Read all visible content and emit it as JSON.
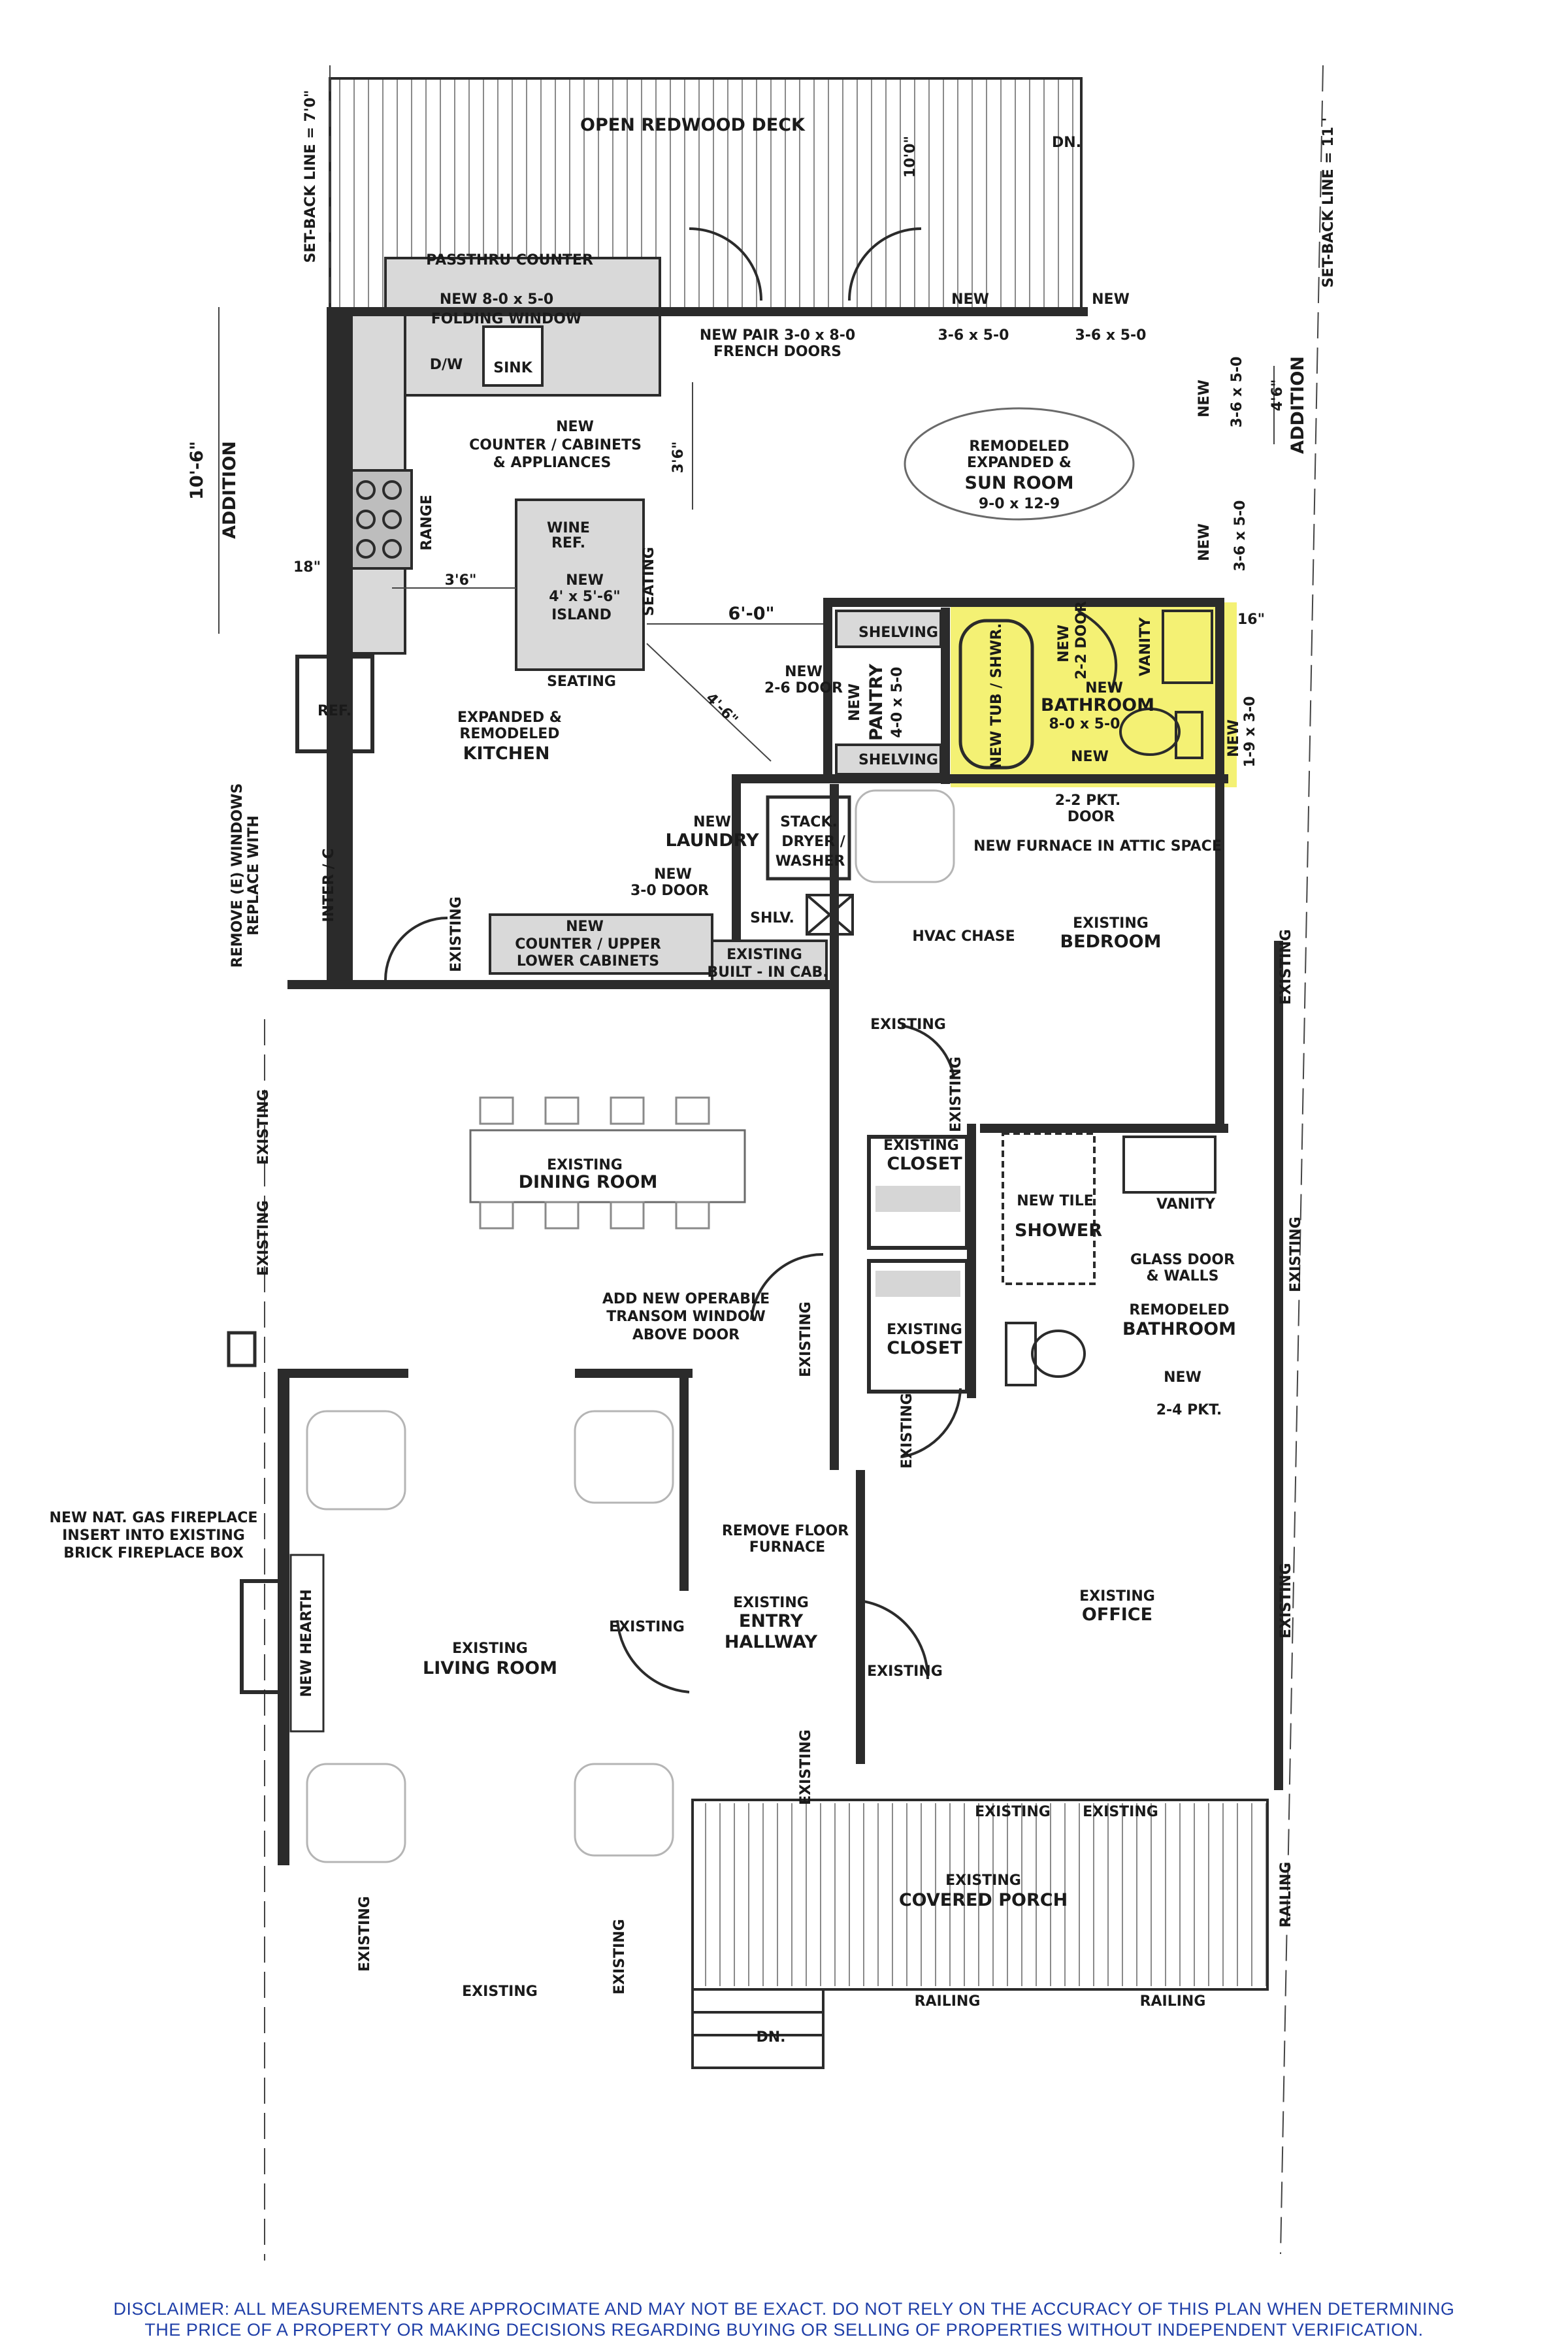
{
  "highlight_color": "#f2ee5c",
  "disclaimer_color": "#1f3fa8",
  "labels": {
    "open_deck": "OPEN REDWOOD DECK",
    "deck_width": "10'0\"",
    "deck_dn": "DN.",
    "setback_left": "SET-BACK LINE = 7'0\"",
    "setback_right": "SET-BACK LINE = 11 '",
    "passthru": "PASSTHRU COUNTER",
    "folding_window_size": "NEW 8-0 x 5-0",
    "folding_window": "FOLDING WINDOW",
    "dw": "D/W",
    "sink": "SINK",
    "french_doors_1": "NEW PAIR 3-0 x 8-0",
    "french_doors_2": "FRENCH DOORS",
    "new_win_1": "NEW",
    "win_1_size": "3-6 x 5-0",
    "new_win_2": "NEW",
    "win_2_size": "3-6 x 5-0",
    "counter_1": "NEW",
    "counter_2": "COUNTER / CABINETS",
    "counter_3": "& APPLIANCES",
    "dim_3_6_a": "3'6\"",
    "dim_10_6": "10'-6\"",
    "addition_left": "ADDITION",
    "range": "RANGE",
    "wine_1": "WINE",
    "wine_2": "REF.",
    "island_1": "NEW",
    "island_2": "4' x 5'-6\"",
    "island_3": "ISLAND",
    "seating_1": "SEATING",
    "seating_2": "SEATING",
    "dim_18": "18\"",
    "dim_3_6_b": "3'6\"",
    "sunroom_1": "REMODELED",
    "sunroom_2": "EXPANDED &",
    "sunroom_3": "SUN ROOM",
    "sunroom_4": "9-0 x 12-9",
    "right_win_new": "NEW",
    "right_win_size": "3-6 x 5-0",
    "dim_4_6": "4'6\"",
    "addition_right": "ADDITION",
    "right_win2_new": "NEW",
    "right_win2_size": "3-6 x 5-0",
    "dim_6_0": "6'-0\"",
    "dim_4_6_b": "4'-6\"",
    "dim_16": "16\"",
    "ref": "REF.",
    "kitchen_1": "EXPANDED &",
    "kitchen_2": "REMODELED",
    "kitchen_3": "KITCHEN",
    "pantry_door_1": "NEW",
    "pantry_door_2": "2-6 DOOR",
    "shelving_1": "SHELVING",
    "shelving_2": "SHELVING",
    "pantry_1": "NEW",
    "pantry_2": "PANTRY",
    "pantry_3": "4-0 x 5-0",
    "tub": "NEW TUB / SHWR.",
    "door_22_1": "NEW",
    "door_22_2": "2-2 DOOR",
    "vanity_new": "VANITY",
    "bath_1": "NEW",
    "bath_2": "BATHROOM",
    "bath_3": "8-0 x 5-0",
    "bath_new_arrow": "NEW",
    "win_19_1": "NEW",
    "win_19_2": "1-9 x 3-0",
    "pkt_door_1": "2-2 PKT.",
    "pkt_door_2": "DOOR",
    "laundry_1": "NEW",
    "laundry_2": "LAUNDRY",
    "stack_1": "STACK.",
    "stack_2": "DRYER /",
    "stack_3": "WASHER",
    "laundry_door_1": "NEW",
    "laundry_door_2": "3-0 DOOR",
    "shlv": "SHLV.",
    "furnace": "NEW FURNACE IN ATTIC SPACE",
    "hvac": "HVAC CHASE",
    "bedroom_1": "EXISTING",
    "bedroom_2": "BEDROOM",
    "lower_1": "NEW",
    "lower_2": "COUNTER / UPPER",
    "lower_3": "LOWER CABINETS",
    "builtin_1": "EXISTING",
    "builtin_2": "BUILT - IN CAB.",
    "remove_win_1": "REMOVE (E) WINDOWS",
    "remove_win_2": "REPLACE WITH",
    "inter": "INTER / C",
    "existing": "EXISTING",
    "closet_1": "CLOSET",
    "closet_2": "CLOSET",
    "dining_1": "EXISTING",
    "dining_2": "DINING ROOM",
    "tile_1": "NEW TILE",
    "tile_2": "SHOWER",
    "vanity_old": "VANITY",
    "glass_1": "GLASS DOOR",
    "glass_2": "& WALLS",
    "rbath_1": "REMODELED",
    "rbath_2": "BATHROOM",
    "new_24_1": "NEW",
    "new_24_2": "2-4 PKT.",
    "transom_1": "ADD NEW OPERABLE",
    "transom_2": "TRANSOM WINDOW",
    "transom_3": "ABOVE DOOR",
    "fireplace_1": "NEW NAT. GAS FIREPLACE",
    "fireplace_2": "INSERT INTO EXISTING",
    "fireplace_3": "BRICK FIREPLACE BOX",
    "hearth": "NEW HEARTH",
    "floor_furnace_1": "REMOVE FLOOR",
    "floor_furnace_2": "FURNACE",
    "entry_1": "EXISTING",
    "entry_2": "ENTRY",
    "entry_3": "HALLWAY",
    "office_1": "EXISTING",
    "office_2": "OFFICE",
    "living_1": "EXISTING",
    "living_2": "LIVING ROOM",
    "porch_1": "EXISTING",
    "porch_2": "COVERED PORCH",
    "railing_1": "RAILING",
    "railing_2": "RAILING",
    "porch_dn": "DN.",
    "railing_side": "RAILING"
  },
  "disclaimer": {
    "line1": "DISCLAIMER: ALL MEASUREMENTS ARE APPROCIMATE AND MAY NOT BE EXACT. DO NOT RELY ON THE  ACCURACY OF THIS PLAN WHEN DETERMINING",
    "line2": "THE PRICE OF A PROPERTY OR MAKING DECISIONS REGARDING BUYING OR SELLING OF PROPERTIES WITHOUT INDEPENDENT VERIFICATION."
  }
}
